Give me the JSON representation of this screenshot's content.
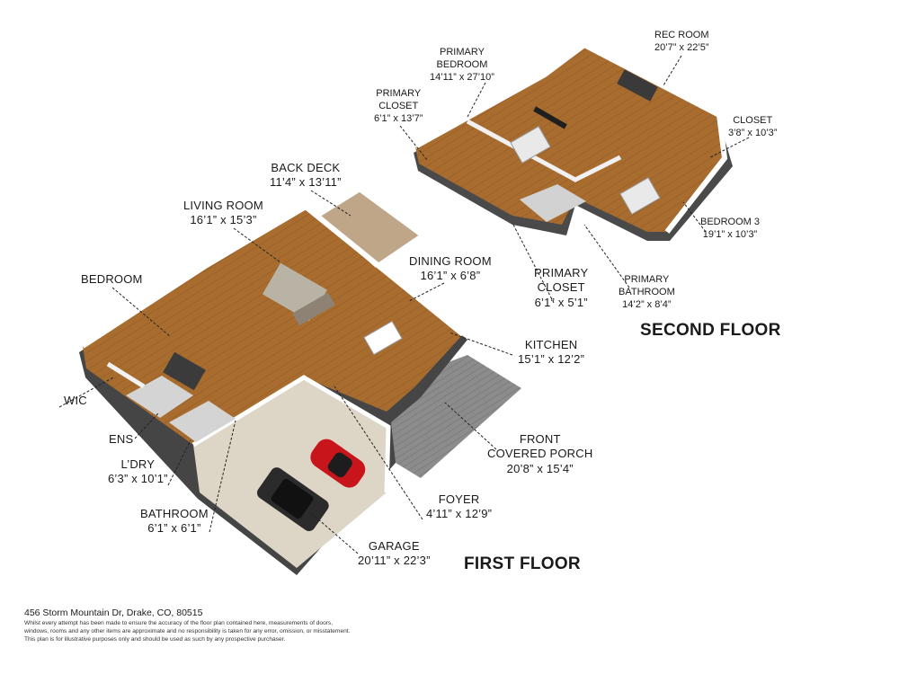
{
  "labels": {
    "back_deck": {
      "name": "BACK DECK",
      "dim": "11’4” x 13’11”"
    },
    "living_room": {
      "name": "LIVING ROOM",
      "dim": "16’1” x 15’3”"
    },
    "bedroom": {
      "name": "BEDROOM"
    },
    "dining_room": {
      "name": "DINING ROOM",
      "dim": "16’1” x 6’8”"
    },
    "kitchen": {
      "name": "KITCHEN",
      "dim": "15’1” x 12’2”"
    },
    "wic": {
      "name": "WIC"
    },
    "ens": {
      "name": "ENS"
    },
    "ldry": {
      "name": "L’DRY",
      "dim": "6’3” x 10’1”"
    },
    "bathroom": {
      "name": "BATHROOM",
      "dim": "6’1” x 6’1”"
    },
    "front_porch": {
      "name1": "FRONT",
      "name2": "COVERED PORCH",
      "dim": "20’8” x 15’4”"
    },
    "foyer": {
      "name": "FOYER",
      "dim": "4’11” x 12’9”"
    },
    "garage": {
      "name": "GARAGE",
      "dim": "20’11” x 22’3”"
    },
    "primary_bedroom": {
      "name1": "PRIMARY",
      "name2": "BEDROOM",
      "dim": "14’11” x 27’10”"
    },
    "rec_room": {
      "name": "REC ROOM",
      "dim": "20’7” x 22’5”"
    },
    "primary_closet_top": {
      "name1": "PRIMARY",
      "name2": "CLOSET",
      "dim": "6’1” x 13’7”"
    },
    "closet": {
      "name": "CLOSET",
      "dim": "3’8” x 10’3”"
    },
    "bedroom3": {
      "name": "BEDROOM 3",
      "dim": "19’1” x 10’3”"
    },
    "primary_closet_bottom": {
      "name1": "PRIMARY",
      "name2": "CLOSET",
      "dim": "6’1” x 5’1”"
    },
    "primary_bathroom": {
      "name1": "PRIMARY",
      "name2": "BATHROOM",
      "dim": "14’2” x 8’4”"
    }
  },
  "floors": {
    "second": "SECOND FLOOR",
    "first": "FIRST FLOOR"
  },
  "footer": {
    "address": "456 Storm Mountain Dr, Drake, CO, 80515",
    "disclaimer1": "Whilst every attempt has been made to ensure the accuracy of the floor plan contained here, measurements of doors,",
    "disclaimer2": "windows, rooms and any other items are approximate and no responsibility is taken for any error, omission, or misstatement.",
    "disclaimer3": "This plan is for illustrative purposes only and should be used as such by any prospective purchaser."
  },
  "colors": {
    "wall": "#ffffff",
    "wall_side": "#555555",
    "floor_wood": "#a86d2e",
    "floor_tile": "#cfcfcf",
    "porch": "#8a8a8a",
    "garage": "#d9d2c4",
    "car_red": "#c8151b",
    "car_black": "#2a2a2a"
  }
}
